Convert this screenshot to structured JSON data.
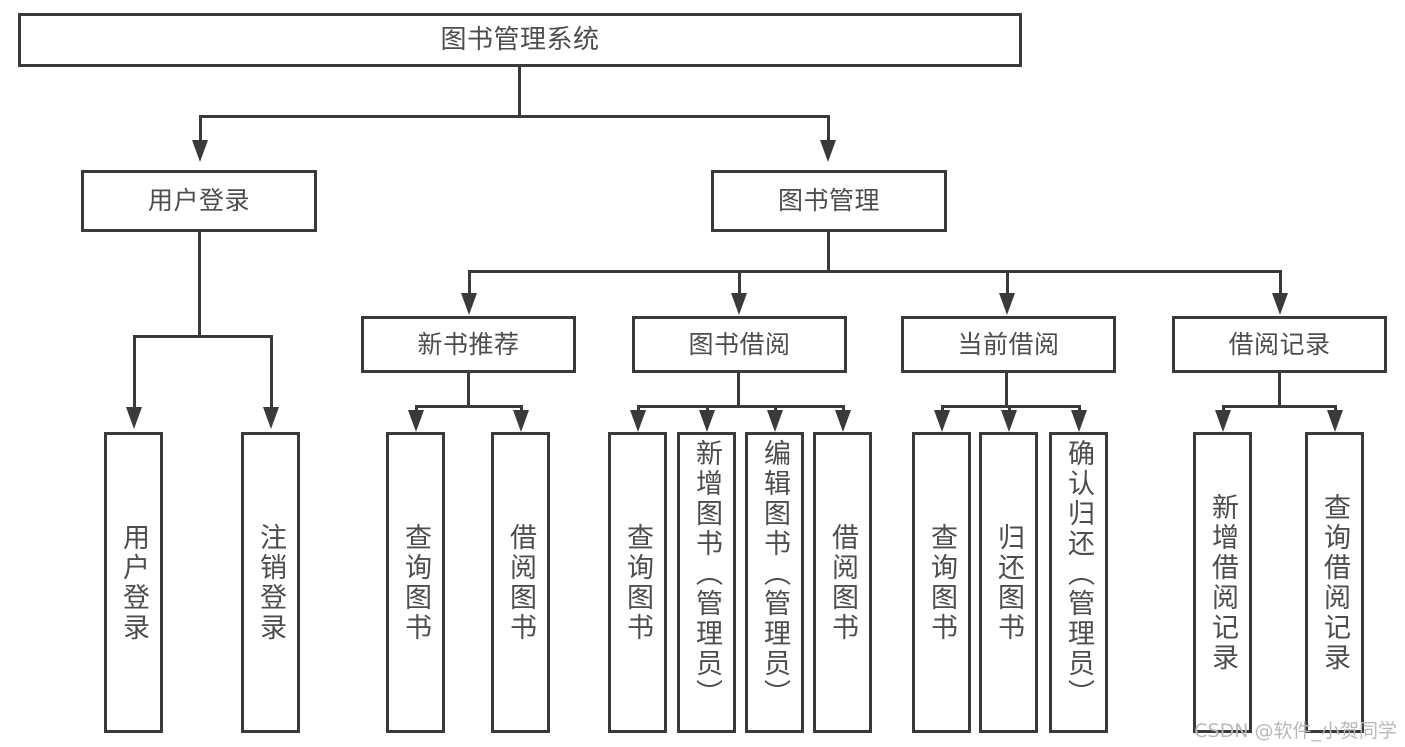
{
  "diagram": {
    "title": "图书管理系统",
    "type": "tree-hierarchy-diagram",
    "root": {
      "label": "图书管理系统"
    },
    "level2": [
      {
        "label": "用户登录"
      },
      {
        "label": "图书管理"
      }
    ],
    "level3": [
      {
        "label": "新书推荐"
      },
      {
        "label": "图书借阅"
      },
      {
        "label": "当前借阅"
      },
      {
        "label": "借阅记录"
      }
    ],
    "leaves": {
      "user_login": [
        {
          "label": "用户登录"
        },
        {
          "label": "注销登录"
        }
      ],
      "new_book_recommend": [
        {
          "label": "查询图书"
        },
        {
          "label": "借阅图书"
        }
      ],
      "book_borrow": [
        {
          "label": "查询图书"
        },
        {
          "label": "新增图书（管理员）"
        },
        {
          "label": "编辑图书（管理员）"
        },
        {
          "label": "借阅图书"
        }
      ],
      "current_borrow": [
        {
          "label": "查询图书"
        },
        {
          "label": "归还图书"
        },
        {
          "label": "确认归还（管理员）"
        }
      ],
      "borrow_record": [
        {
          "label": "新增借阅记录"
        },
        {
          "label": "查询借阅记录"
        }
      ]
    }
  },
  "watermark": {
    "text": "CSDN @软件_小贺同学"
  },
  "colors": {
    "stroke": "#3a3a3a",
    "text": "#4d4d4d",
    "background": "#ffffff",
    "watermark": "#b9b9b9"
  }
}
